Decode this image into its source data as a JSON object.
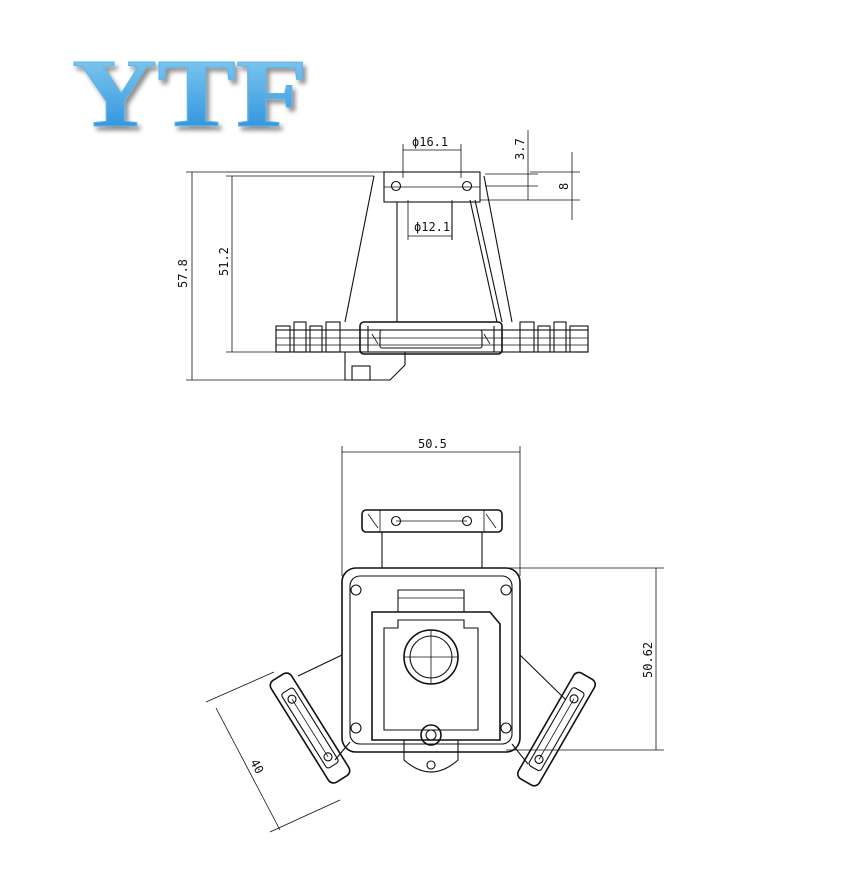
{
  "logo": {
    "text": "YTF",
    "gradient_top": "#8fd3f4",
    "gradient_bottom": "#1e88d8"
  },
  "top_view": {
    "dim_top_diameter": "ϕ16.1",
    "dim_inner_diameter": "ϕ12.1",
    "dim_small_offset": "3.7",
    "dim_hole_height": "8",
    "dim_total_height": "57.8",
    "dim_body_height": "51.2"
  },
  "bottom_view": {
    "dim_width": "50.5",
    "dim_depth": "50.62",
    "dim_arm_length": "40"
  },
  "colors": {
    "line": "#111111",
    "background": "#ffffff"
  }
}
